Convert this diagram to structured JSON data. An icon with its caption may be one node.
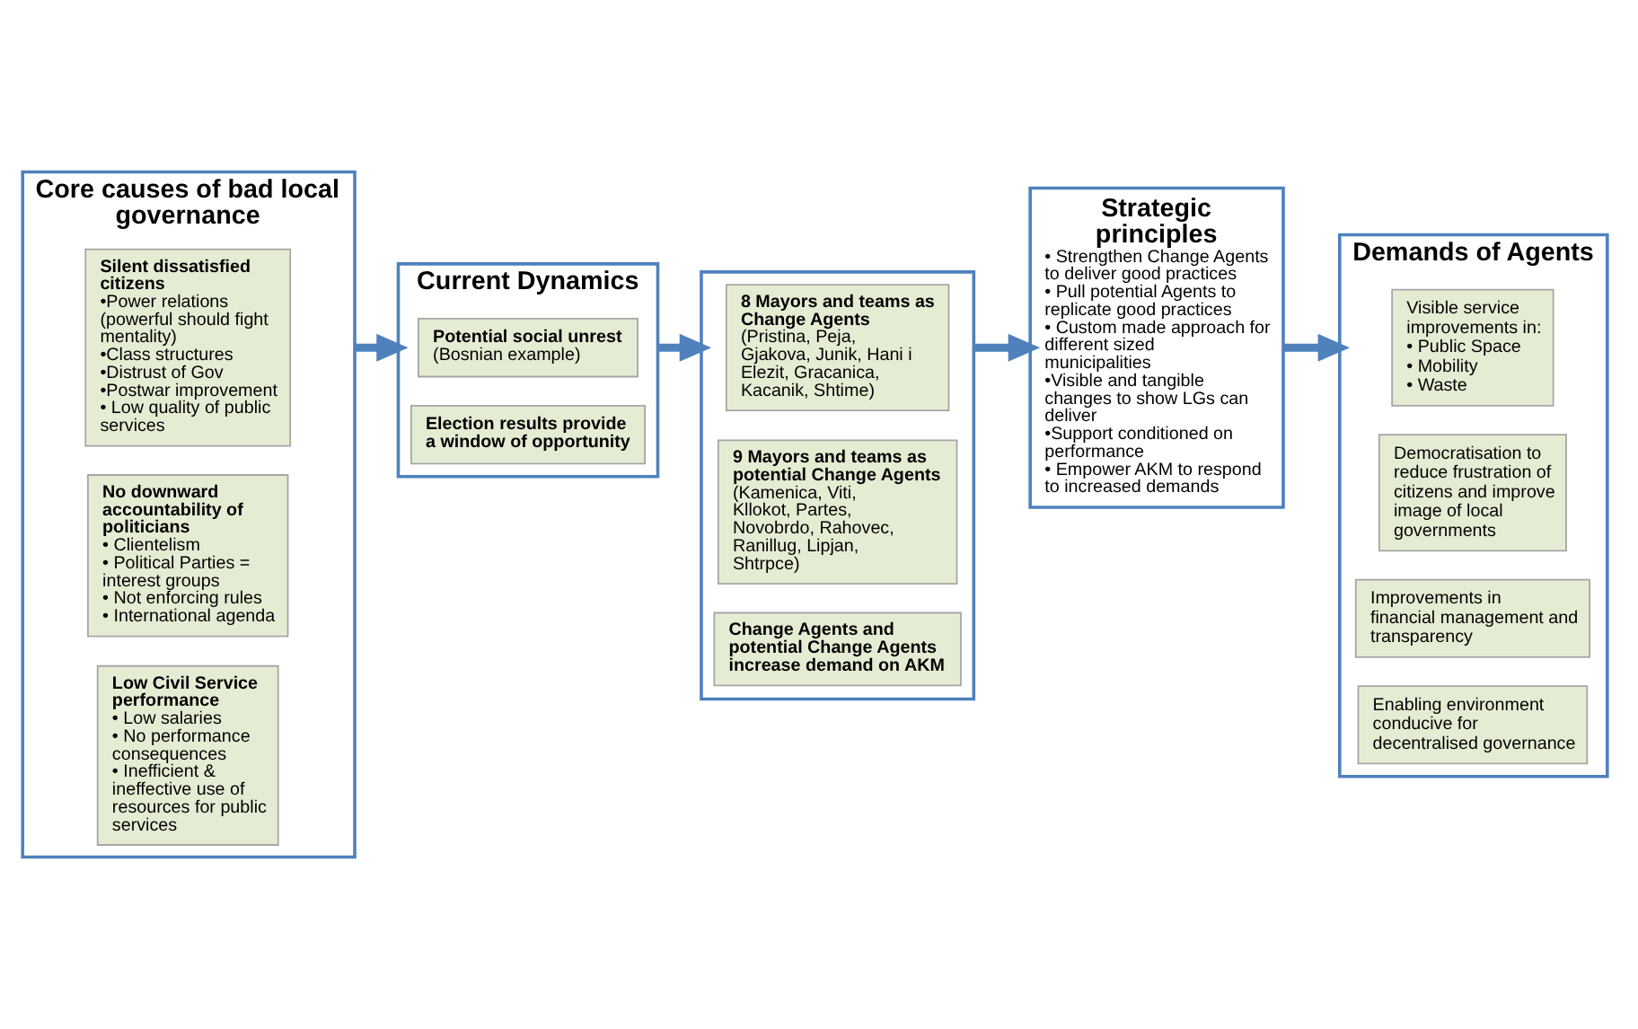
{
  "diagram": {
    "nodes": [
      {
        "text": [
          "Core causes of bad local governance"
        ]
      },
      {
        "text": [
          "Silent dissatisfied citizens",
          "•Power relations (powerful should fight mentality)",
          "•Class structures",
          "•Distrust of Gov",
          "•Postwar improvement",
          "• Low quality of public services"
        ],
        "in": 0
      },
      {
        "text": [
          "No downward accountability of politicians",
          "• Clientelism",
          "• Political Parties = interest groups",
          "• Not enforcing rules",
          "• International agenda"
        ],
        "in": 0
      },
      {
        "text": [
          "Low Civil Service performance",
          "• Low salaries",
          "• No performance consequences",
          "• Inefficient & ineffective use of resources for public services"
        ],
        "in": 0
      },
      {
        "text": [
          "Current Dynamics"
        ]
      },
      {
        "text": [
          "Potential social unrest",
          "(Bosnian example)"
        ],
        "in": 4
      },
      {
        "text": [
          "Election results provide a window of opportunity"
        ],
        "in": 4
      },
      {
        "text": [],
        "shape": "box"
      },
      {
        "text": [
          "8 Mayors and teams as Change Agents",
          "(Pristina, Peja, Gjakova, Junik, Hani i Elezit, Gracanica, Kacanik, Shtime)"
        ],
        "in": 7
      },
      {
        "text": [
          "9 Mayors and teams as potential Change Agents",
          "(Kamenica, Viti, Kllokot, Partes, Novobrdo, Rahovec, Ranillug, Lipjan, Shtrpce)"
        ],
        "in": 7
      },
      {
        "text": [
          "Change Agents and potential Change Agents increase demand on AKM"
        ],
        "in": 7
      },
      {
        "text": [
          "Strategic principles",
          "• Strengthen Change Agents to deliver good practices",
          "• Pull potential Agents to replicate good practices",
          "• Custom made approach for different sized municipalities",
          "•Visible and tangible changes to show LGs can deliver",
          "•Support conditioned on performance",
          "• Empower AKM to respond to increased demands"
        ]
      },
      {
        "text": [
          "Demands of Agents"
        ]
      },
      {
        "text": [
          "Visible service improvements in:",
          "• Public Space",
          "• Mobility",
          "• Waste"
        ],
        "in": 12
      },
      {
        "text": [
          "Democratisation to reduce frustration of citizens and improve image of local governments"
        ],
        "in": 12
      },
      {
        "text": [
          "Improvements in financial management and transparency"
        ],
        "in": 12
      },
      {
        "text": [
          "Enabling environment conducive for decentralised governance"
        ],
        "in": 12
      }
    ],
    "edges": [
      {
        "from": 0,
        "to": 4,
        "arrow": "to"
      },
      {
        "from": 4,
        "to": 7,
        "arrow": "to"
      },
      {
        "from": 7,
        "to": 11,
        "arrow": "to"
      },
      {
        "from": 11,
        "to": 12,
        "arrow": "to"
      }
    ]
  }
}
